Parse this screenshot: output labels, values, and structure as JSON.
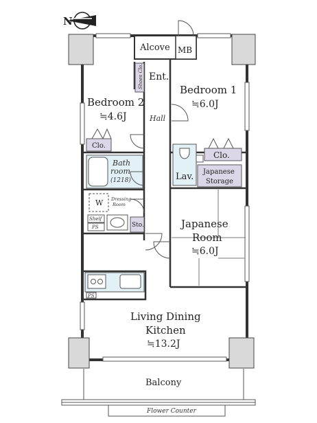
{
  "compass": {
    "north_letter": "N"
  },
  "rooms": {
    "alcove": "Alcove",
    "mb": "MB",
    "entrance": "Ent.",
    "shoes_closet": "Shoes Clo.",
    "bedroom1_name": "Bedroom 1",
    "bedroom1_size": "≒6.0J",
    "bedroom2_name": "Bedroom 2",
    "bedroom2_size": "≒4.6J",
    "hall": "Hall",
    "closet_left": "Clo.",
    "closet_right": "Clo.",
    "bathroom_line1": "Bath",
    "bathroom_line2": "room",
    "bathroom_code": "(1218)",
    "lavatory": "Lav.",
    "japanese_storage_line1": "Japanese",
    "japanese_storage_line2": "Storage",
    "washer": "W",
    "dressing_line1": "Dressing",
    "dressing_line2": "Room",
    "shelf": "Shelf",
    "ps_top": "PS",
    "storage": "Sto.",
    "japanese_room_line1": "Japanese",
    "japanese_room_line2": "Room",
    "japanese_room_size": "≒6.0J",
    "ps_bottom": "PS",
    "ldk_line1": "Living Dining",
    "ldk_line2": "Kitchen",
    "ldk_size": "≒13.2J",
    "balcony": "Balcony",
    "flower_counter": "Flower Counter"
  }
}
